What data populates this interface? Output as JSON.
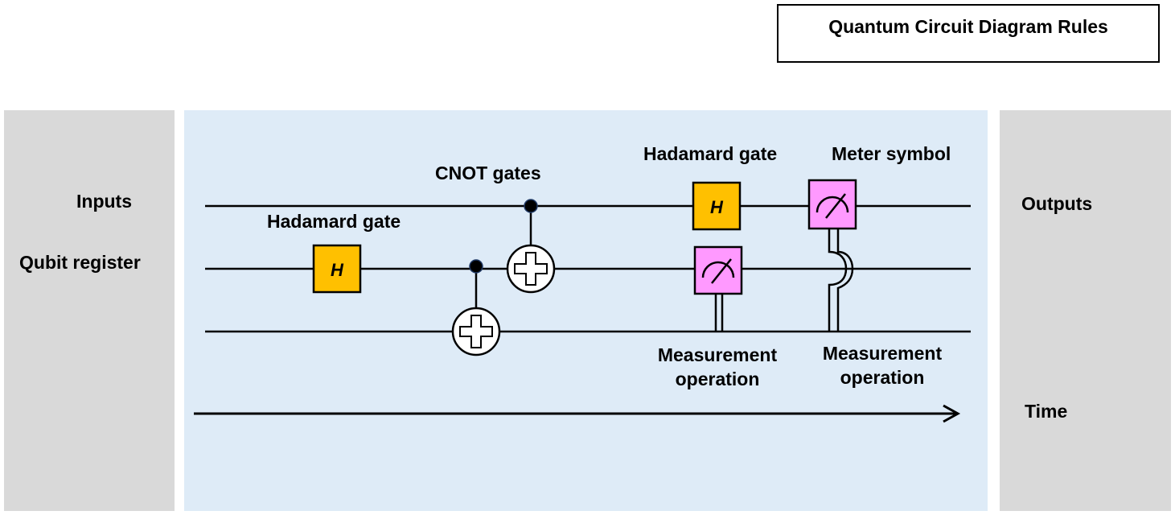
{
  "title": "Quantum Circuit Diagram Rules",
  "left_panel": {
    "inputs_label": "Inputs",
    "register_label": "Qubit register"
  },
  "right_panel": {
    "outputs_label": "Outputs",
    "time_label": "Time"
  },
  "circuit": {
    "qubit_count": 3,
    "labels": {
      "hadamard_1": "Hadamard gate",
      "cnot": "CNOT gates",
      "hadamard_2": "Hadamard gate",
      "meter": "Meter symbol",
      "measure_1_line1": "Measurement",
      "measure_1_line2": "operation",
      "measure_2_line1": "Measurement",
      "measure_2_line2": "operation"
    },
    "gate_symbol": "H",
    "gates": [
      {
        "type": "H",
        "qubit": 1,
        "step": 1
      },
      {
        "type": "CNOT",
        "control": 1,
        "target": 2,
        "step": 2
      },
      {
        "type": "CNOT",
        "control": 0,
        "target": 1,
        "step": 3
      },
      {
        "type": "H",
        "qubit": 0,
        "step": 4
      },
      {
        "type": "measure",
        "qubit": 1,
        "to": 2,
        "step": 4
      },
      {
        "type": "measure",
        "qubit": 0,
        "to": 2,
        "step": 5
      }
    ],
    "colors": {
      "hadamard_fill": "#ffc000",
      "meter_fill": "#ff99ff",
      "circuit_bg": "#deebf7",
      "side_bg": "#d9d9d9",
      "control_dot": "#000000"
    }
  }
}
